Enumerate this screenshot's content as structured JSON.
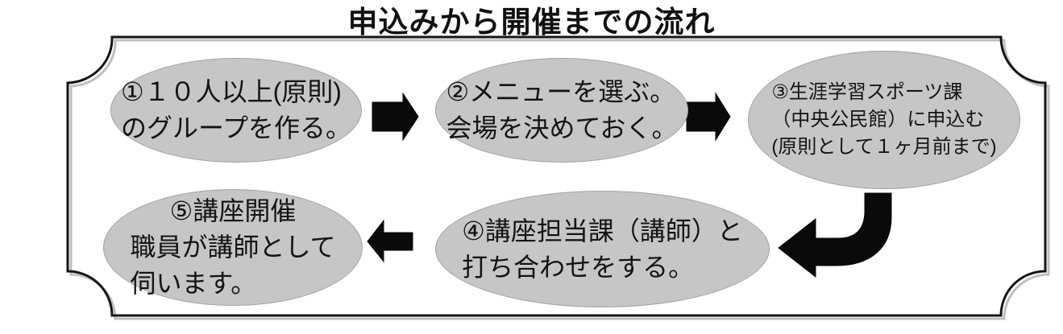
{
  "title": "申込みから開催までの流れ",
  "steps": [
    {
      "name": "form-group",
      "lines": [
        "①１０人以上(原則)",
        "のグループを作る。"
      ]
    },
    {
      "name": "choose-menu-venue",
      "lines": [
        "②メニューを選ぶ。",
        "会場を決めておく。"
      ]
    },
    {
      "name": "apply-to-division",
      "lines": [
        "③生涯学習スポーツ課",
        "（中央公民館）に申込む",
        "(原則として１ヶ月前まで)"
      ]
    },
    {
      "name": "meeting-with-lecturer",
      "lines": [
        "④講座担当課（講師）と",
        "打ち合わせをする。"
      ]
    },
    {
      "name": "course-held",
      "lines": [
        "⑤講座開催",
        "職員が講師として",
        "伺います。"
      ]
    }
  ],
  "icons": {
    "arrow_1_2": "right-block-arrow",
    "arrow_2_3": "right-block-arrow",
    "arrow_3_4": "bent-down-left-block-arrow",
    "arrow_4_5": "left-block-arrow"
  },
  "colors": {
    "ellipse_fill": "#c6c6c6",
    "arrow": "#0a0a0a",
    "frame": "#151515",
    "frame_shadow": "#bfbfbf"
  }
}
